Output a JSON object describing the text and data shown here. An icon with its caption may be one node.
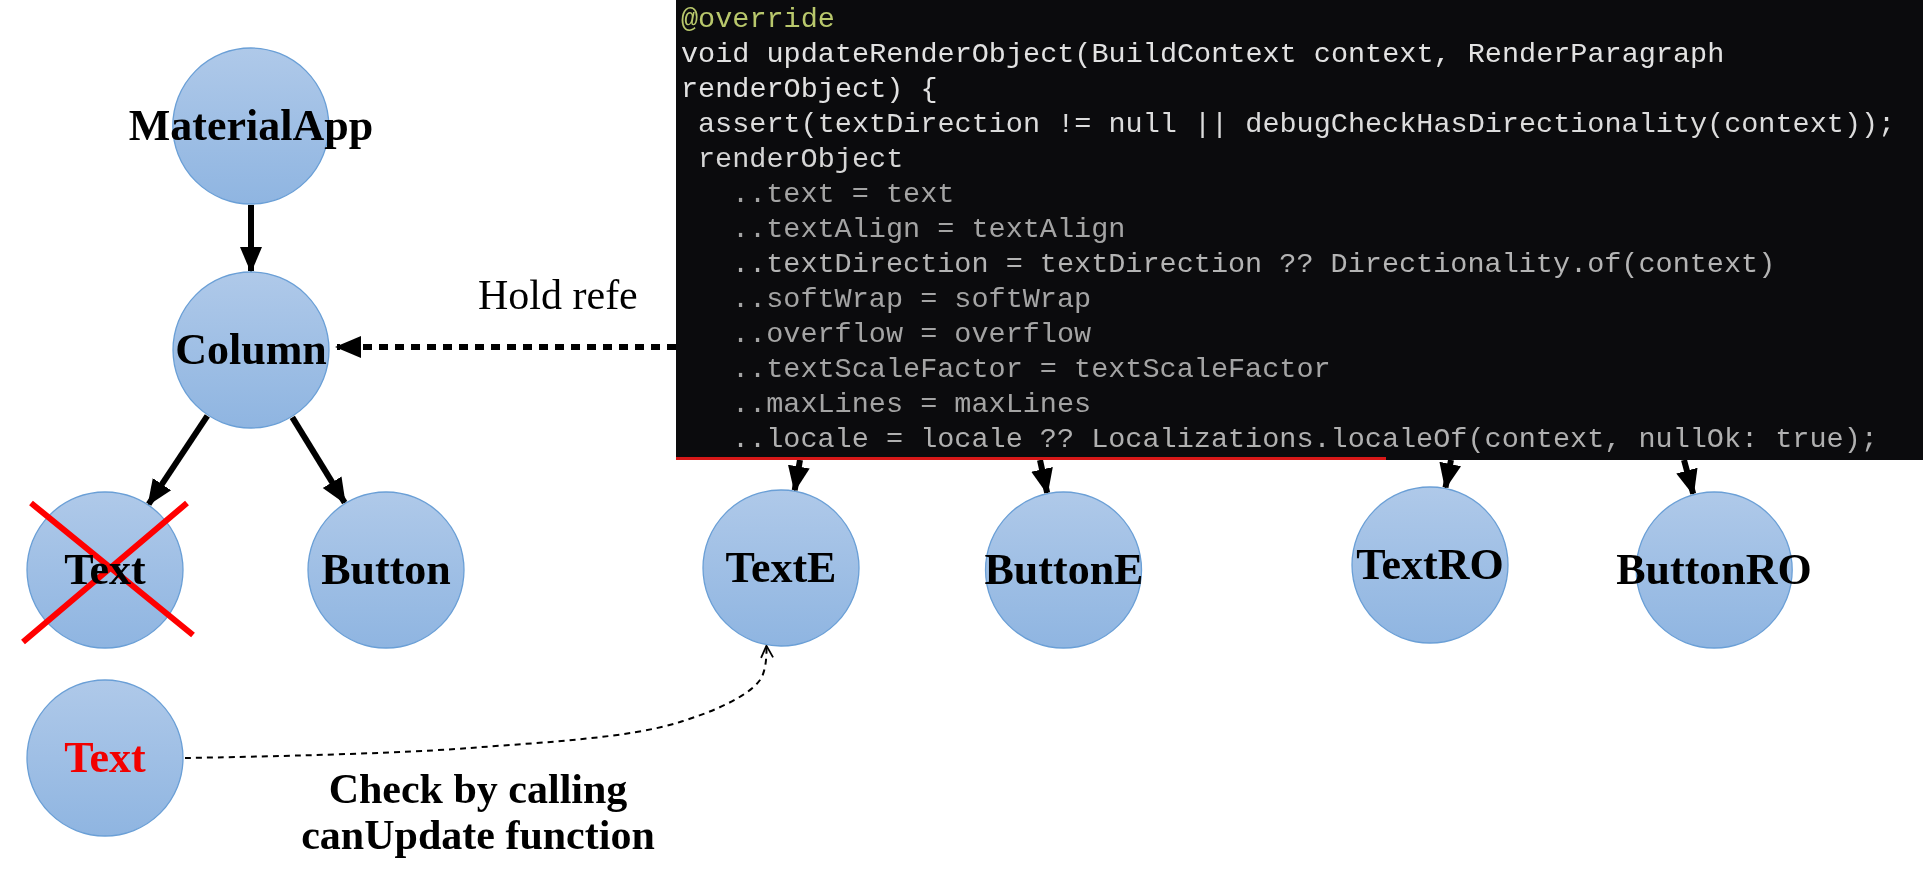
{
  "diagram": {
    "nodes": [
      {
        "text": [
          "MaterialApp"
        ]
      },
      {
        "text": [
          "Column"
        ]
      },
      {
        "text": [
          "Text"
        ]
      },
      {
        "text": [
          "Button"
        ]
      },
      {
        "text": [
          "Text"
        ]
      },
      {
        "text": [
          "TextE"
        ]
      },
      {
        "text": [
          "ButtonE"
        ]
      },
      {
        "text": [
          "TextRO"
        ]
      },
      {
        "text": [
          "ButtonRO"
        ]
      },
      {
        "text": [
          "@override",
          "void updateRenderObject(BuildContext context, RenderParagraph",
          "renderObject) {",
          "assert(textDirection != null || debugCheckHasDirectionality(context));",
          "renderObject",
          "..text = text",
          "..textAlign = textAlign",
          "..textDirection = textDirection ?? Directionality.of(context)",
          "..softWrap = softWrap",
          "..overflow = overflow",
          "..textScaleFactor = textScaleFactor",
          "..maxLines = maxLines",
          "..locale = locale ?? Localizations.localeOf(context, nullOk: true);"
        ]
      }
    ],
    "edges": [
      {
        "from": 0,
        "to": 1,
        "arrow": "to"
      },
      {
        "from": 1,
        "to": 2,
        "arrow": "to"
      },
      {
        "from": 1,
        "to": 3,
        "arrow": "to"
      },
      {
        "from": 9,
        "to": 1,
        "arrow": "to",
        "style": "dashed",
        "label": "Hold refe"
      },
      {
        "from": 9,
        "to": 5,
        "arrow": "to"
      },
      {
        "from": 9,
        "to": 6,
        "arrow": "to"
      },
      {
        "from": 9,
        "to": 7,
        "arrow": "to"
      },
      {
        "from": 9,
        "to": 8,
        "arrow": "to"
      },
      {
        "from": 4,
        "to": 5,
        "arrow": "to",
        "style": "dashed",
        "label": "Check by calling canUpdate function"
      }
    ]
  }
}
